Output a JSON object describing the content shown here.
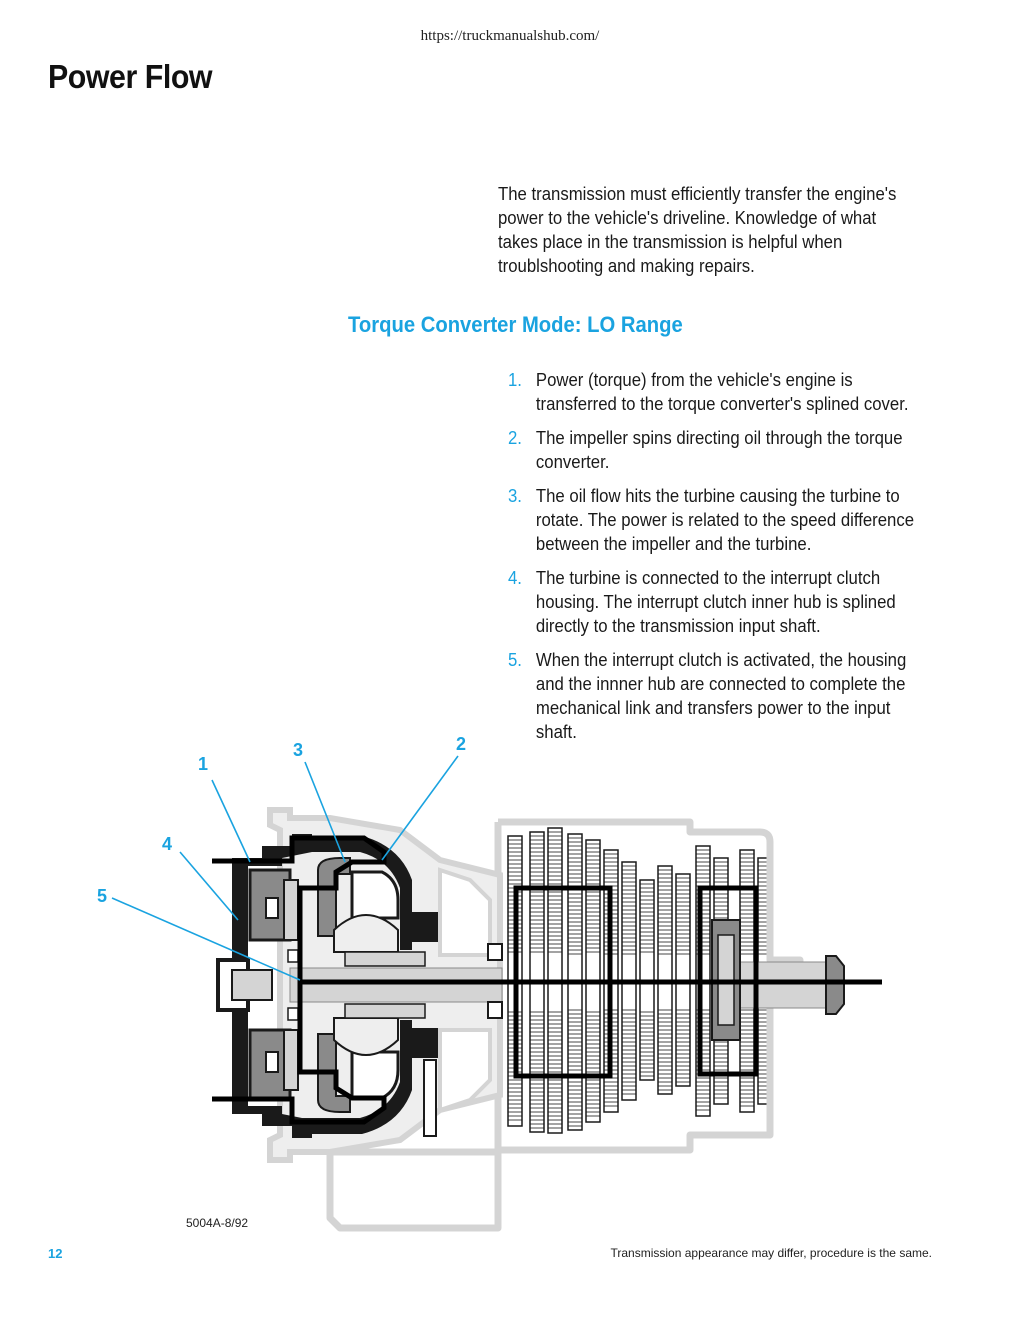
{
  "header": {
    "url": "https://truckmanualshub.com/"
  },
  "page": {
    "title": "Power Flow",
    "intro": "The transmission must efficiently transfer the engine's power to the vehicle's driveline.  Knowledge of what takes place in the transmission is helpful when troublshooting and making repairs.",
    "section_heading": "Torque Converter Mode:  LO Range"
  },
  "steps": [
    {
      "num": "1.",
      "text": "Power (torque) from the vehicle's engine is transferred to the torque converter's splined cover."
    },
    {
      "num": "2.",
      "text": "The impeller spins directing oil through the torque converter."
    },
    {
      "num": "3.",
      "text": "The oil flow hits the turbine causing the turbine to rotate.  The power is related to the speed difference between the impeller and the turbine."
    },
    {
      "num": "4.",
      "text": "The turbine is connected to the interrupt clutch housing.  The interrupt clutch inner hub is splined directly to the transmission input shaft."
    },
    {
      "num": "5.",
      "text": "When the interrupt clutch is activated, the housing and the innner hub are connected to complete the mechanical link and transfers power to the input shaft."
    }
  ],
  "diagram": {
    "callouts": [
      "1",
      "2",
      "3",
      "4",
      "5"
    ],
    "figure_code": "5004A-8/92"
  },
  "footer": {
    "page_number": "12",
    "note": "Transmission appearance may differ, procedure is the same."
  },
  "colors": {
    "accent": "#1aa3e0",
    "text": "#1a1a1a",
    "part_light": "#d4d4d4",
    "part_mid": "#8a8a8a",
    "part_dark": "#1a1a1a"
  }
}
